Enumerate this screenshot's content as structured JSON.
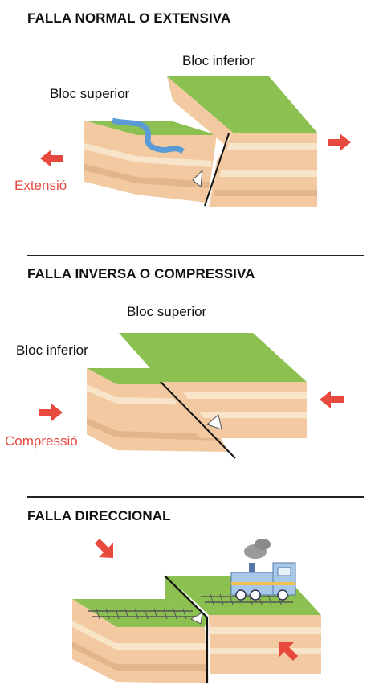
{
  "sections": [
    {
      "title": "FALLA NORMAL O EXTENSIVA",
      "labels": {
        "upper_block": "Bloc superior",
        "lower_block": "Bloc inferior",
        "force": "Extensió"
      }
    },
    {
      "title": "FALLA INVERSA O COMPRESSIVA",
      "labels": {
        "upper_block": "Bloc superior",
        "lower_block": "Bloc inferior",
        "force": "Compressió"
      }
    },
    {
      "title": "FALLA DIRECCIONAL"
    }
  ],
  "colors": {
    "grass": "#8cc152",
    "rock_top": "#f2c9a1",
    "rock_band_light": "#f8e4c9",
    "rock_band_dark": "#e2b58a",
    "arrow": "#e8493f",
    "river": "#5b9bd5",
    "fault_line": "#111111"
  },
  "icons": [
    "arrow-left-icon",
    "arrow-right-icon",
    "train-icon",
    "railway-track-icon",
    "river-icon"
  ]
}
